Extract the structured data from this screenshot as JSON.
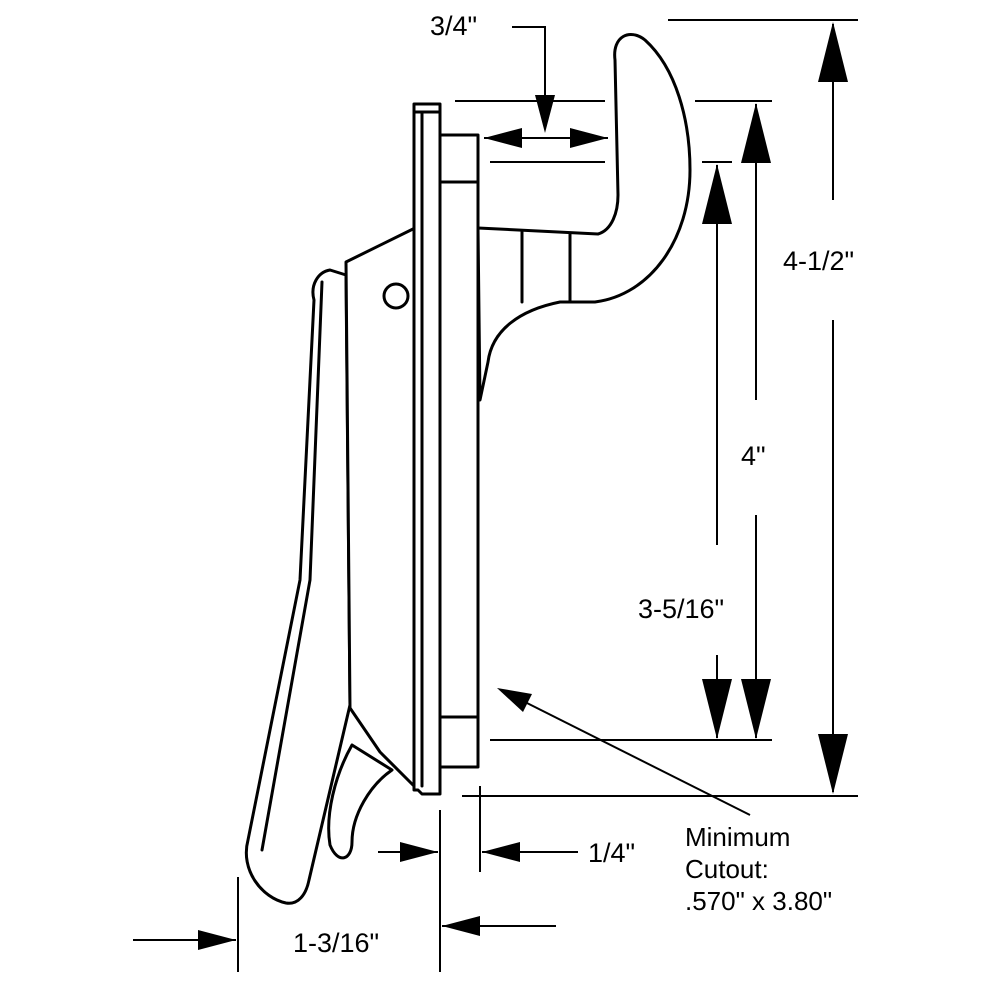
{
  "dimensions": {
    "hook_gap": "3/4\"",
    "overall_height": "4-1/2\"",
    "body_height": "4\"",
    "hook_to_bottom": "3-5/16\"",
    "flange_thickness": "1/4\"",
    "handle_depth": "1-3/16\""
  },
  "cutout_note": {
    "line1": "Minimum",
    "line2": "Cutout:",
    "line3": ".570\" x 3.80\""
  }
}
